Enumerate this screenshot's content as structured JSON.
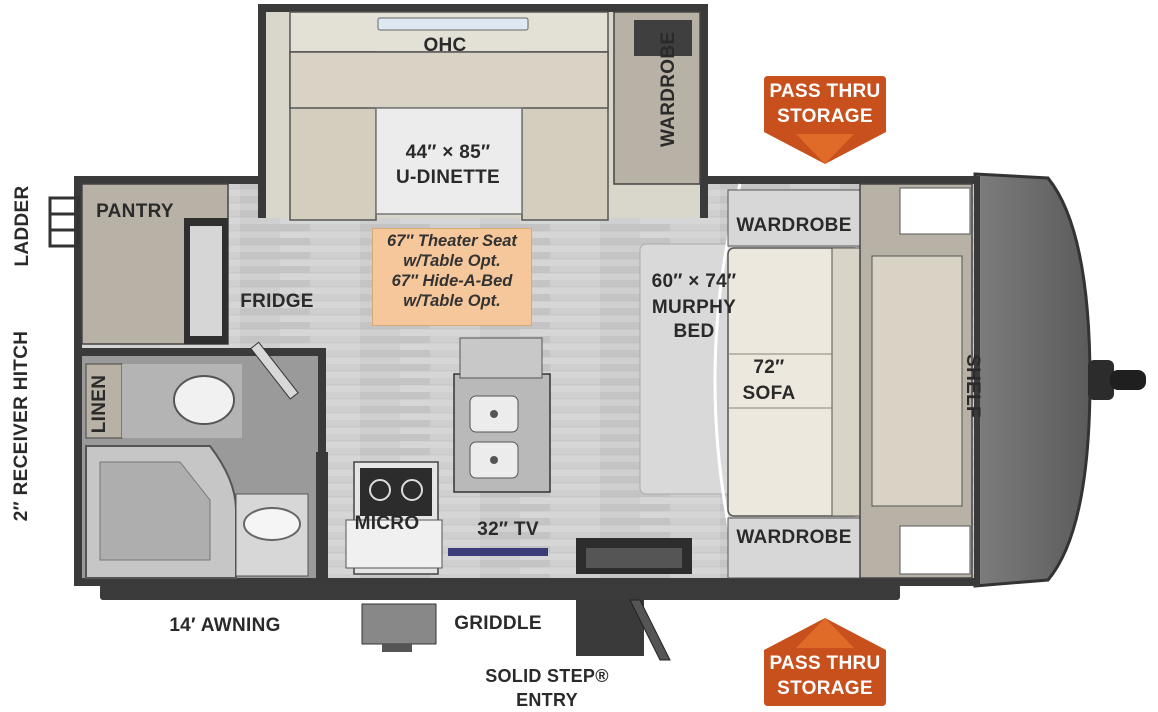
{
  "title": "",
  "room_labels": {
    "ohc": "OHC",
    "dinette_size": "44″ × 85″",
    "dinette_name": "U-DINETTE",
    "wardrobe_top": "WARDROBE",
    "pantry": "PANTRY",
    "fridge": "FRIDGE",
    "linen": "LINEN",
    "micro": "MICRO",
    "tv": "32″ TV",
    "murphy_size": "60″ × 74″",
    "murphy_name1": "MURPHY",
    "murphy_name2": "BED",
    "sofa_size": "72″",
    "sofa_name": "SOFA",
    "wardrobe_right_top": "WARDROBE",
    "wardrobe_right_bottom": "WARDROBE",
    "shelf": "SHELF"
  },
  "callout": {
    "line1": "67″ Theater Seat",
    "line2": "w/Table Opt.",
    "line3": "67″ Hide-A-Bed",
    "line4": "w/Table Opt."
  },
  "exterior_labels": {
    "ladder": "LADDER",
    "receiver_hitch": "2″ RECEIVER HITCH",
    "awning": "14′ AWNING",
    "griddle": "GRIDDLE",
    "entry_line1": "SOLID STEP®",
    "entry_line2": "ENTRY"
  },
  "badges": {
    "top_line1": "PASS THRU",
    "top_line2": "STORAGE",
    "bottom_line1": "PASS THRU",
    "bottom_line2": "STORAGE",
    "color": "#c8501c"
  },
  "colors": {
    "wall": "#3a3a3a",
    "floor": "#c9c9c9",
    "cabinet": "#b8b2a6",
    "sofa": "#e6e2d8",
    "callout": "#f5c79a"
  }
}
